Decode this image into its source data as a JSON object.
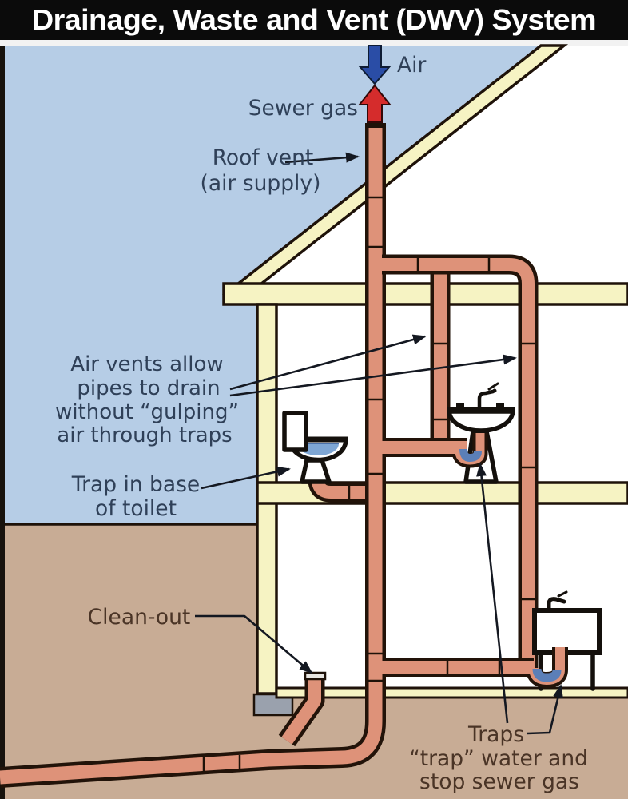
{
  "title": "Drainage, Waste and Vent (DWV) System",
  "labels": {
    "air": "Air",
    "sewer_gas": "Sewer gas",
    "roof_vent_line1": "Roof vent",
    "roof_vent_line2": "(air supply)",
    "air_vents_line1": "Air vents allow",
    "air_vents_line2": "pipes to drain",
    "air_vents_line3": "without “gulping”",
    "air_vents_line4": "air through traps",
    "toilet_trap_line1": "Trap in base",
    "toilet_trap_line2": "of toilet",
    "clean_out": "Clean-out",
    "traps_line1": "Traps",
    "traps_line2": "“trap” water and",
    "traps_line3": "stop sewer gas"
  },
  "colors": {
    "title_bg": "#0b0b0b",
    "title_text": "#ffffff",
    "sky": "#b6cde6",
    "ground": "#c8ac95",
    "wall": "#f6f3c3",
    "interior": "#ffffff",
    "pipe": "#de9279",
    "pipe_outline": "#221309",
    "trap_water": "#5b7fb8",
    "toilet_water": "#7ea6d4",
    "air_arrow_blue": "#2a4da6",
    "sewer_gas_arrow_red": "#d52c2c",
    "label_blue": "#2f4058",
    "label_brown": "#4a3426",
    "foundation_gray": "#9aa1ad"
  }
}
